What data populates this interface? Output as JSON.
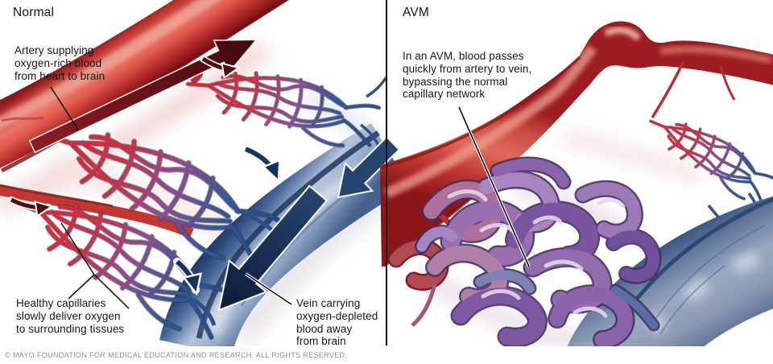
{
  "panels": {
    "normal": {
      "title": "Normal",
      "labels": {
        "artery": "Artery supplying\noxygen-rich blood\nfrom heart to brain",
        "capillaries": "Healthy capillaries\nslowly deliver oxygen\nto surrounding tissues",
        "vein": "Vein carrying\noxygen-depleted\nblood away\nfrom brain"
      }
    },
    "avm": {
      "title": "AVM",
      "labels": {
        "nidus": "In an AVM, blood passes\nquickly from artery to vein,\nbypassing the normal\ncapillary network"
      }
    }
  },
  "footer": {
    "copyright": "© MAYO FOUNDATION FOR MEDICAL EDUCATION AND RESEARCH. ALL RIGHTS RESERVED."
  },
  "colors": {
    "artery_red": "#c0392b",
    "artery_highlight": "#f2a79b",
    "vein_blue": "#8ba3c4",
    "vein_dark_edge": "#24406e",
    "capillary_red": "#d7282c",
    "capillary_blue": "#254a82",
    "nidus_purple": "#8a63a8",
    "flow_arrow_navy": "#17305d",
    "flow_arrow_dark_red": "#4f0c11",
    "label_text": "#161616",
    "footer_text": "#8f8f8f",
    "divider": "#0e0e0e",
    "background": "#ffffff"
  }
}
